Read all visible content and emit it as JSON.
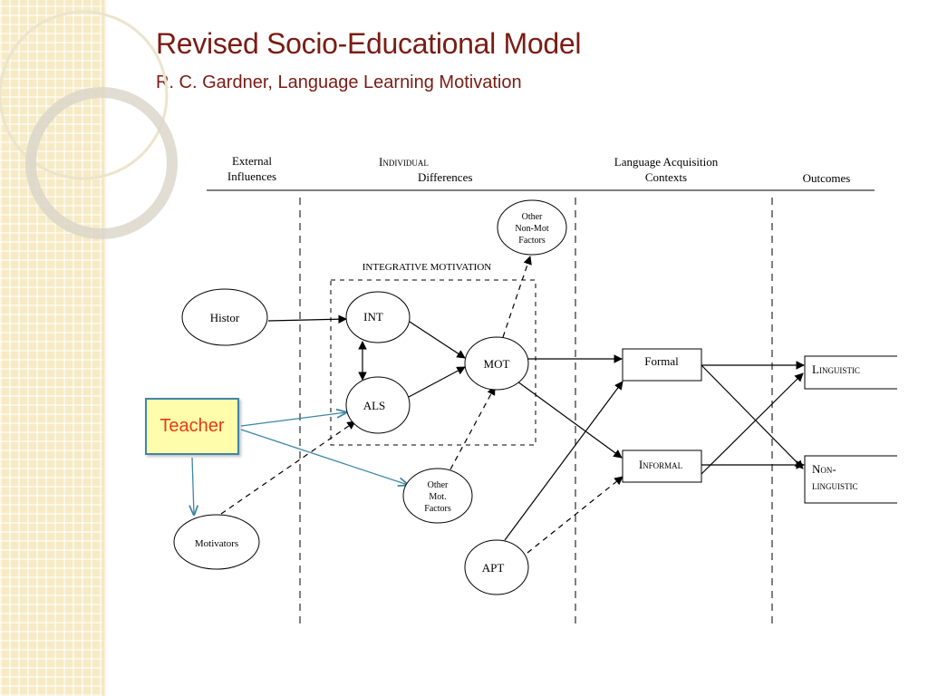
{
  "slide": {
    "title": "Revised Socio-Educational Model",
    "subtitle": "R. C. Gardner, Language Learning Motivation"
  },
  "columns": {
    "external_line1": "External",
    "external_line2": "Influences",
    "individual_small_caps": "Individual",
    "individual_line2": "Differences",
    "contexts_line1": "Language Acquisition",
    "contexts_line2": "Contexts",
    "outcomes": "Outcomes"
  },
  "nodes": {
    "integrative_motivation": "INTEGRATIVE MOTIVATION",
    "histor": "Histor",
    "int": "INT",
    "als": "ALS",
    "mot": "MOT",
    "other_nonmot_1": "Other",
    "other_nonmot_2": "Non-Mot",
    "other_nonmot_3": "Factors",
    "other_mot_1": "Other",
    "other_mot_2": "Mot.",
    "other_mot_3": "Factors",
    "motivators": "Motivators",
    "apt": "APT",
    "formal": "Formal",
    "informal": "Informal",
    "linguistic": "Linguistic",
    "non_linguistic_1": "Non-",
    "non_linguistic_2": "linguistic",
    "teacher": "Teacher"
  },
  "colors": {
    "title": "#7a1c14",
    "teacher_text": "#e63a12",
    "teacher_fill": "#fefdac",
    "teacher_arrow": "#3e86a5"
  }
}
